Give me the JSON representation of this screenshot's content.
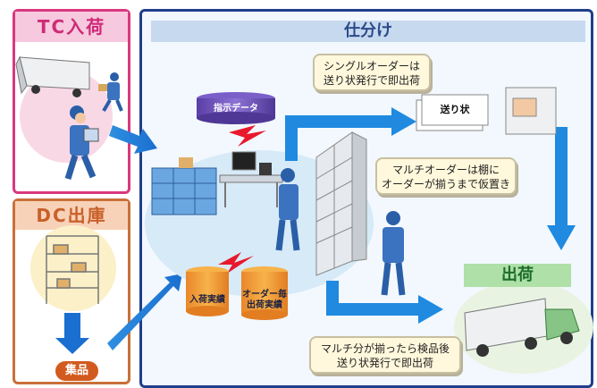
{
  "tc": {
    "title": "TC入荷"
  },
  "dc": {
    "title": "DC出庫",
    "badge": "集品"
  },
  "main": {
    "title": "仕分け"
  },
  "db_instructions": "指示データ",
  "callouts": {
    "single": [
      "シングルオーダーは",
      "送り状発行で即出荷"
    ],
    "multi": [
      "マルチオーダーは棚に",
      "オーダーが揃うまで仮置き"
    ],
    "multi_done": [
      "マルチ分が揃ったら検品後",
      "送り状発行で即出荷"
    ]
  },
  "label_slip": "送り状",
  "ship": {
    "label": "出荷"
  },
  "db_receipt": "入荷実績",
  "db_order": [
    "オーダー毎",
    "出荷実績"
  ]
}
